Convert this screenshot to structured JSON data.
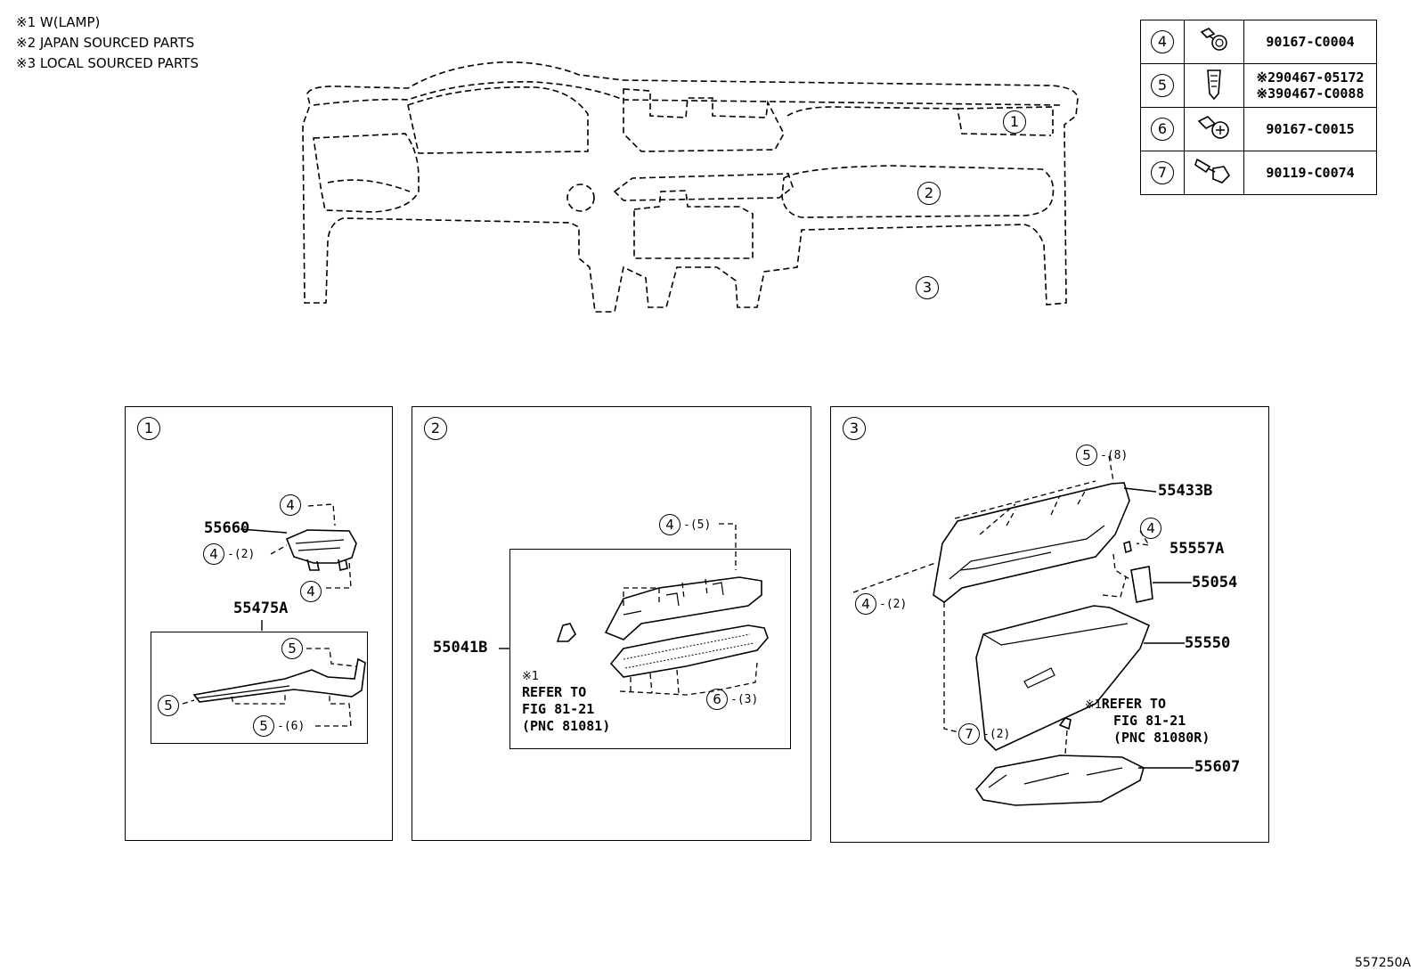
{
  "notes": [
    "※1 W(LAMP)",
    "※2 JAPAN SOURCED PARTS",
    "※3 LOCAL SOURCED PARTS"
  ],
  "legend": [
    {
      "num": "4",
      "icon": "bolt-icon",
      "part": [
        "90167-C0004"
      ]
    },
    {
      "num": "5",
      "icon": "clip-icon",
      "part": [
        "※290467-05172",
        "※390467-C0088"
      ]
    },
    {
      "num": "6",
      "icon": "screw-icon",
      "part": [
        "90167-C0015"
      ]
    },
    {
      "num": "7",
      "icon": "bolt-long-icon",
      "part": [
        "90119-C0074"
      ]
    }
  ],
  "overview": {
    "callouts": [
      "1",
      "2",
      "3"
    ]
  },
  "panel1": {
    "index": "1",
    "parts": {
      "p55660": "55660",
      "p55475A": "55475A"
    },
    "refs": {
      "a": {
        "n": "4",
        "q": ""
      },
      "b": {
        "n": "4",
        "q": "-(2)"
      },
      "c": {
        "n": "4",
        "q": ""
      },
      "d": {
        "n": "5",
        "q": ""
      },
      "e": {
        "n": "5",
        "q": ""
      },
      "f": {
        "n": "5",
        "q": "-(6)"
      }
    }
  },
  "panel2": {
    "index": "2",
    "parts": {
      "p55041B": "55041B"
    },
    "refs": {
      "a": {
        "n": "4",
        "q": "-(5)"
      },
      "b": {
        "n": "6",
        "q": "-(3)"
      }
    },
    "note": {
      "mark": "※1",
      "l1": "REFER TO",
      "l2": "FIG 81-21",
      "l3": "(PNC 81081)"
    }
  },
  "panel3": {
    "index": "3",
    "parts": {
      "p55433B": "55433B",
      "p55557A": "55557A",
      "p55054": "55054",
      "p55550": "55550",
      "p55607": "55607"
    },
    "refs": {
      "a": {
        "n": "5",
        "q": "-(8)"
      },
      "b": {
        "n": "4",
        "q": ""
      },
      "c": {
        "n": "4",
        "q": "-(2)"
      },
      "d": {
        "n": "7",
        "q": "-(2)"
      }
    },
    "note": {
      "mark": "※1",
      "l1": "REFER TO",
      "l2": "FIG 81-21",
      "l3": "(PNC 81080R)"
    }
  },
  "figure_code": "557250A"
}
